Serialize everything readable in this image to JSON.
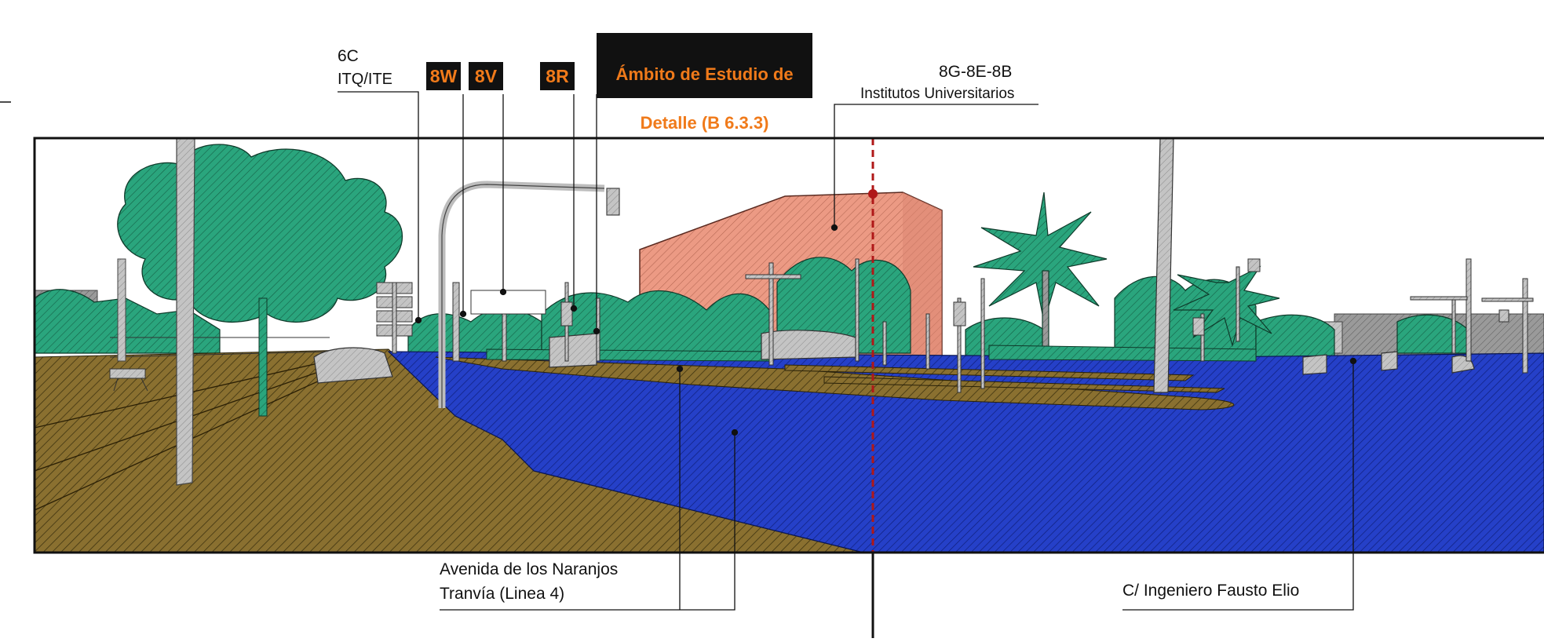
{
  "labels": {
    "lbl_6c": "6C",
    "lbl_itq": "ITQ/ITE",
    "badge_8w": "8W",
    "badge_8v": "8V",
    "badge_8r": "8R",
    "ambito_line1": "Ámbito de Estudio de",
    "ambito_line2": "Detalle (B 6.3.3)",
    "lbl_8g": "8G-8E-8B",
    "lbl_institutos": "Institutos Universitarios",
    "avenida_line1": "Avenida de los Naranjos",
    "avenida_line2": "Tranvía (Linea 4)",
    "calle": "C/ Ingeniero Fausto Elio"
  },
  "colors": {
    "ground_brown": "#8a7030",
    "road_blue": "#2540c8",
    "tree_green": "#2aa57d",
    "building_salmon": "#ec9a84",
    "gray_elements": "#bdbdbd",
    "axis_red": "#b01818",
    "badge_bg": "#111111",
    "badge_text": "#f07a1a"
  }
}
